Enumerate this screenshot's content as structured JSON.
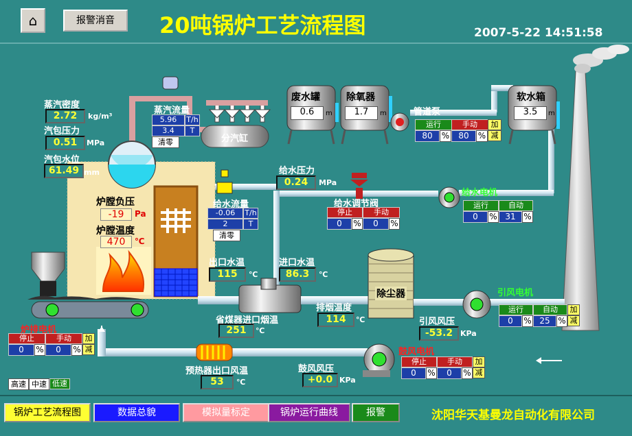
{
  "header": {
    "title": "20吨锅炉工艺流程图",
    "datetime": "2007-5-22 14:51:58",
    "alarm_mute": "报警消音",
    "home_icon": "house-icon"
  },
  "steam_density": {
    "label": "蒸汽密度",
    "value": "2.72",
    "unit": "kg/m³"
  },
  "drum_pressure": {
    "label": "汽包压力",
    "value": "0.51",
    "unit": "MPa"
  },
  "drum_level": {
    "label": "汽包水位",
    "value": "61.49",
    "unit": "mm"
  },
  "steam_flow": {
    "label": "蒸汽流量",
    "rate": "5.96",
    "rate_unit": "T/h",
    "total": "3.4",
    "total_unit": "T",
    "reset": "清零"
  },
  "steam_header": {
    "label": "分汽缸"
  },
  "tanks": {
    "waste": {
      "label": "废水罐",
      "value": "0.6",
      "unit": "m"
    },
    "deaerator": {
      "label": "除氧器",
      "value": "1.7",
      "unit": "m"
    },
    "soft": {
      "label": "软水箱",
      "value": "3.5",
      "unit": "m"
    }
  },
  "pipe_pump": {
    "label": "管道泵",
    "run": "运行",
    "manual": "手动",
    "add": "加",
    "sub": "减",
    "v1": "80",
    "v2": "80",
    "pct": "%"
  },
  "feed_pressure": {
    "label": "给水压力",
    "value": "0.24",
    "unit": "MPa"
  },
  "feed_motor": {
    "label": "给水电机",
    "run": "运行",
    "auto": "自动",
    "v1": "0",
    "v2": "31",
    "pct": "%"
  },
  "feed_valve": {
    "label": "给水调节阀",
    "stop": "停止",
    "manual": "手动",
    "v1": "0",
    "v2": "0",
    "pct": "%"
  },
  "feed_flow": {
    "label": "给水流量",
    "rate": "-0.06",
    "rate_unit": "T/h",
    "total": "2",
    "total_unit": "T",
    "reset": "清零"
  },
  "furnace": {
    "neg_label": "炉膛负压",
    "neg_value": "-19",
    "neg_unit": "Pa",
    "temp_label": "炉膛温度",
    "temp_value": "470",
    "temp_unit": "℃"
  },
  "outlet_water": {
    "label": "出口水温",
    "value": "115",
    "unit": "℃"
  },
  "inlet_water": {
    "label": "进口水温",
    "value": "86.3",
    "unit": "℃"
  },
  "exhaust_temp": {
    "label": "排烟温度",
    "value": "114",
    "unit": "℃"
  },
  "dust": {
    "label": "除尘器"
  },
  "economizer": {
    "label": "省煤器进口烟温",
    "value": "251",
    "unit": "℃"
  },
  "id_fan": {
    "label": "引风电机",
    "run": "运行",
    "auto": "自动",
    "v1": "0",
    "v2": "25",
    "pct": "%",
    "add": "加",
    "sub": "减"
  },
  "id_pressure": {
    "label": "引风风压",
    "value": "-53.2",
    "unit": "KPa"
  },
  "grate_motor": {
    "label": "炉排电机",
    "stop": "停止",
    "manual": "手动",
    "v1": "0",
    "v2": "0",
    "pct": "%",
    "add": "加",
    "sub": "减"
  },
  "speed": {
    "high": "高速",
    "mid": "中速",
    "low": "低速"
  },
  "preheater": {
    "label": "预热器出口风温",
    "value": "53",
    "unit": "℃"
  },
  "blower_pressure": {
    "label": "鼓风风压",
    "value": "+0.0",
    "unit": "KPa"
  },
  "blower_motor": {
    "label": "鼓风电机",
    "stop": "停止",
    "manual": "手动",
    "v1": "0",
    "v2": "0",
    "pct": "%",
    "add": "加",
    "sub": "减"
  },
  "footer": {
    "b1": "锅炉工艺流程图",
    "b2": "数据总貌",
    "b3": "模拟量标定",
    "b4": "锅炉运行曲线",
    "b5": "报警",
    "company": "沈阳华天基曼龙自动化有限公司"
  },
  "colors": {
    "bg": "#2e8a88",
    "title": "#ffff00",
    "green_label": "#33ff33",
    "red_label": "#ff2020"
  }
}
